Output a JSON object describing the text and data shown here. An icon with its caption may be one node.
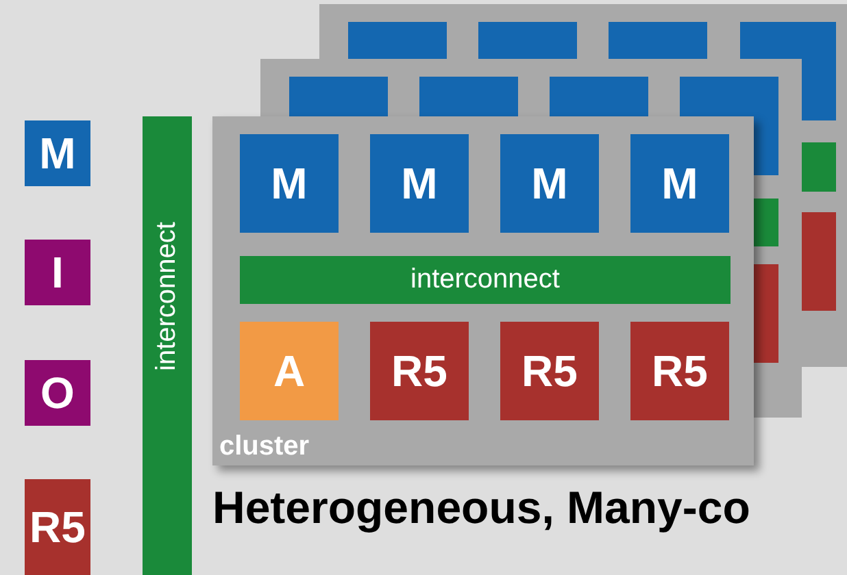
{
  "diagram": {
    "nodes": [
      {
        "text": [
          "M"
        ]
      },
      {
        "text": [
          "I"
        ]
      },
      {
        "text": [
          "O"
        ]
      },
      {
        "text": [
          "R5"
        ]
      },
      {
        "text": [
          "interconnect"
        ]
      },
      {
        "text": [
          "cluster"
        ]
      },
      {
        "text": [
          "M"
        ],
        "in": 5
      },
      {
        "text": [
          "M"
        ],
        "in": 5
      },
      {
        "text": [
          "M"
        ],
        "in": 5
      },
      {
        "text": [
          "M"
        ],
        "in": 5
      },
      {
        "text": [
          "interconnect"
        ],
        "in": 5
      },
      {
        "text": [
          "A"
        ],
        "in": 5
      },
      {
        "text": [
          "R5"
        ],
        "in": 5
      },
      {
        "text": [
          "R5"
        ],
        "in": 5
      },
      {
        "text": [
          "R5"
        ],
        "in": 5
      }
    ],
    "labels": [
      "Heterogeneous, Many-co"
    ]
  }
}
